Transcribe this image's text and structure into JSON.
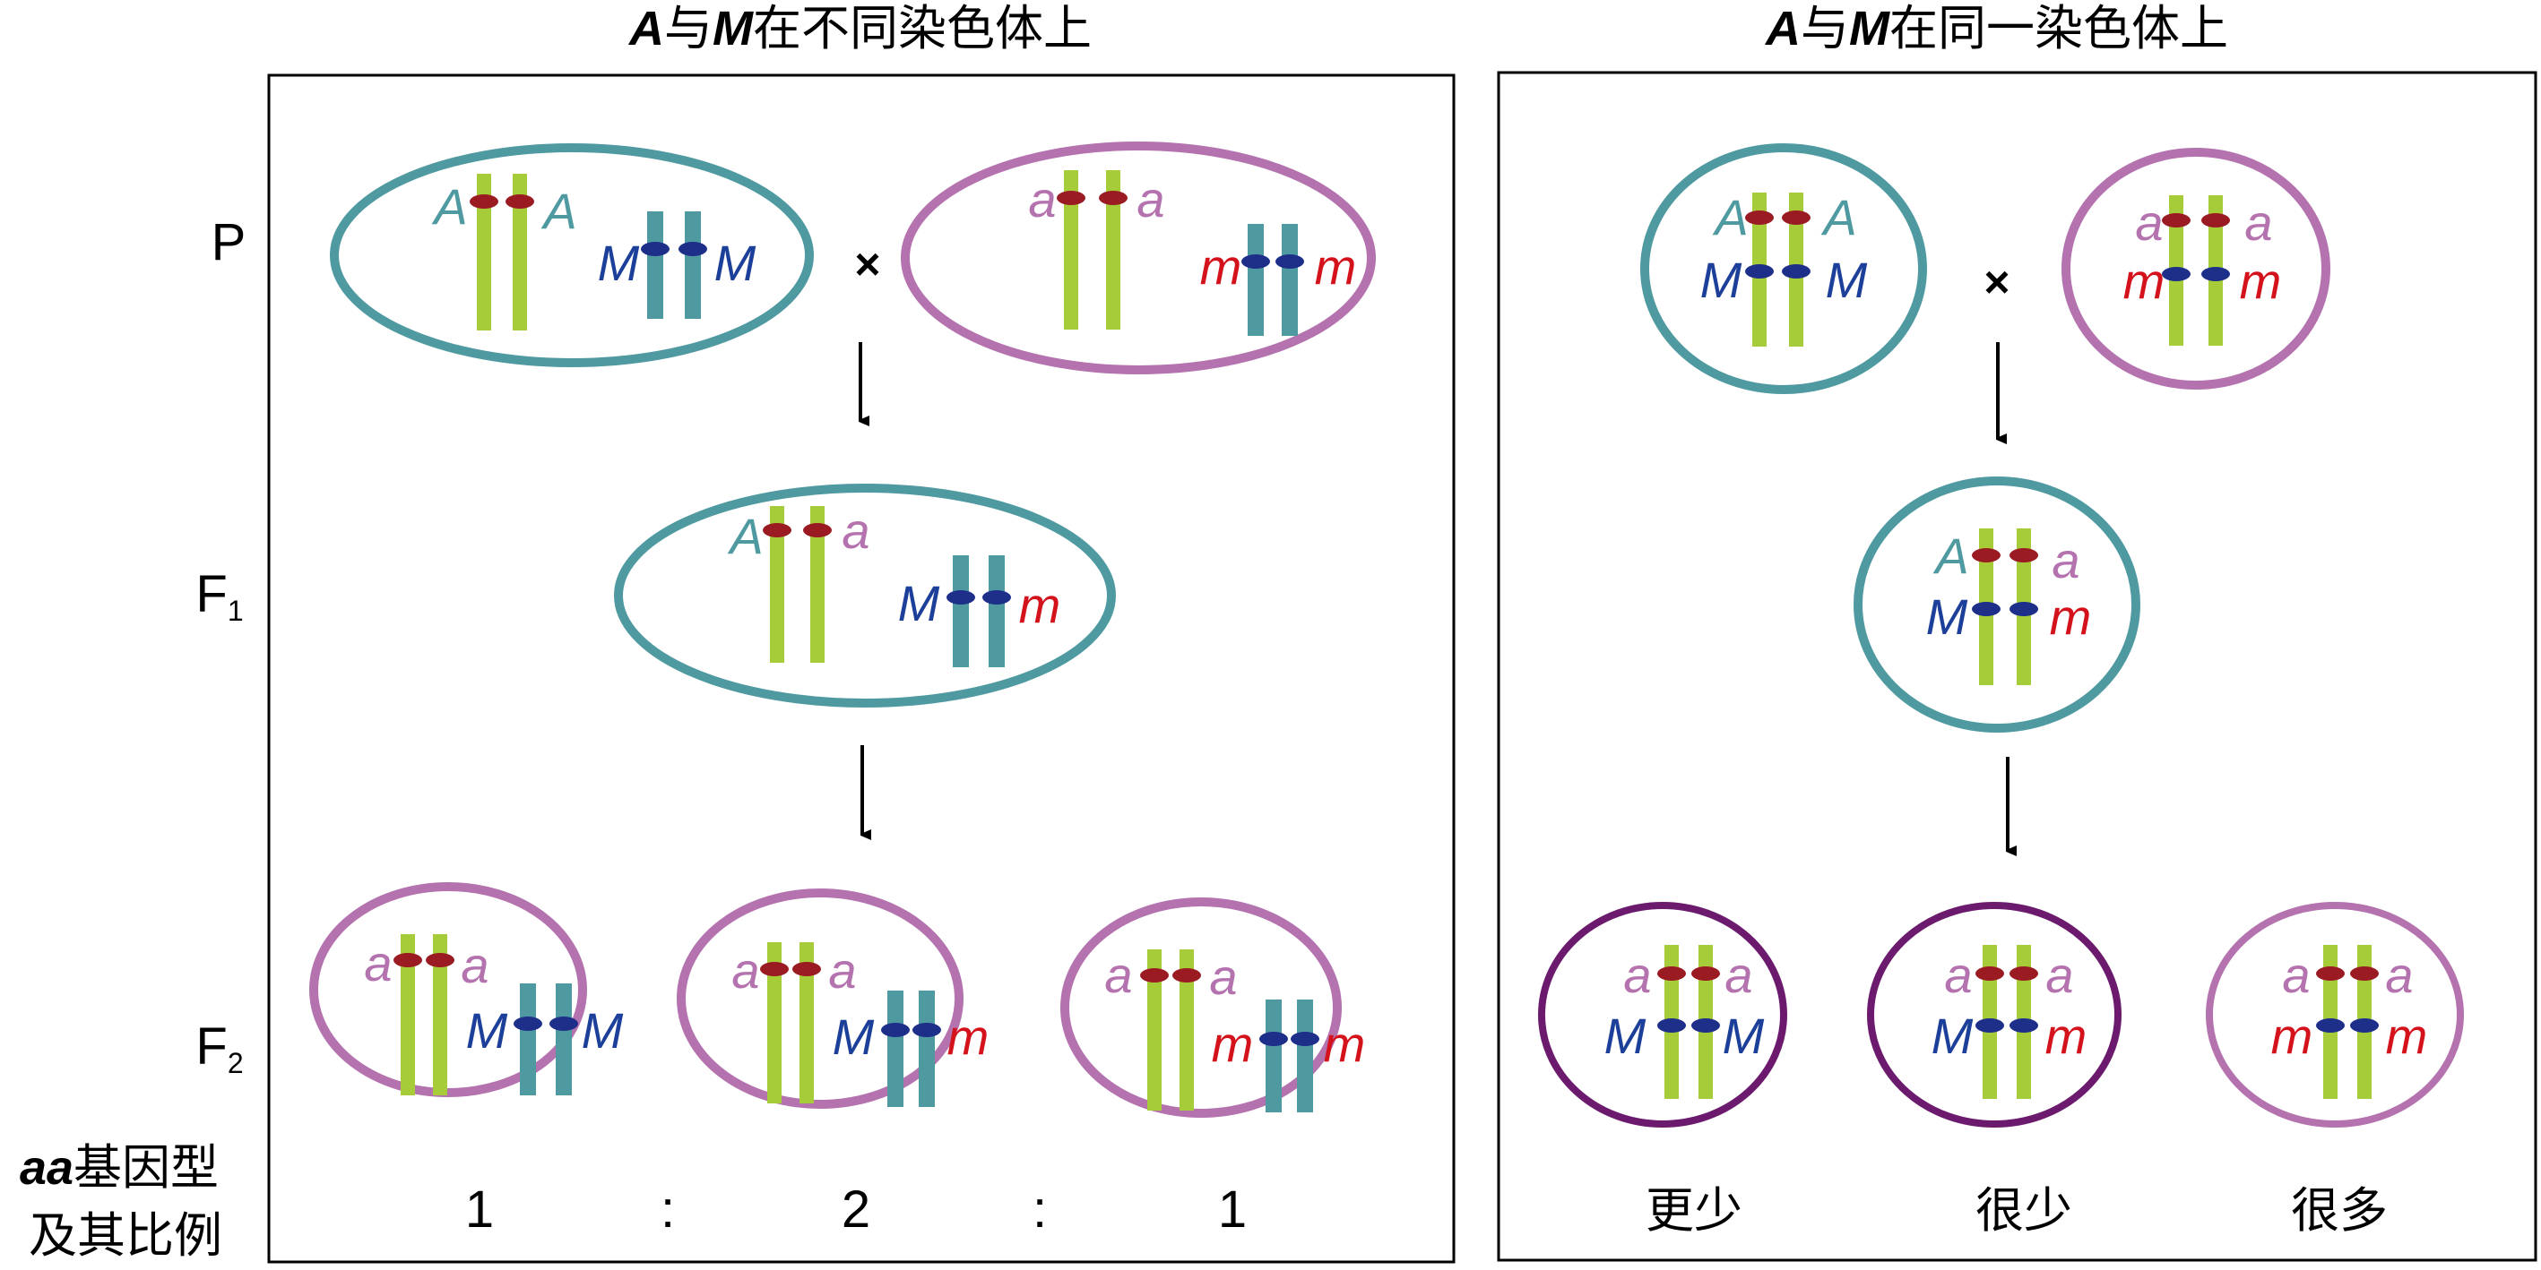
{
  "colors": {
    "teal": "#4f9aa1",
    "pink": "#b472ae",
    "purple_dark": "#6b1a6e",
    "green": "#a6cc3a",
    "teal_bar": "#4f9aa1",
    "dot_red": "#9a1b22",
    "dot_blue": "#1e2f8a",
    "label_teal": "#4f9aa1",
    "label_pink": "#b472ae",
    "label_blue": "#1c3f99",
    "label_red": "#d4121b"
  },
  "left": {
    "title_gene_a": "A",
    "title_mid": "与",
    "title_gene_m": "M",
    "title_rest": "在不同染色体上",
    "generations": {
      "p": "P",
      "f1": "F",
      "f1_sub": "1",
      "f2": "F",
      "f2_sub": "2"
    },
    "cross_symbol": "×",
    "p_parent1": {
      "a_left": "A",
      "a_right": "A",
      "m_left": "M",
      "m_right": "M"
    },
    "p_parent2": {
      "a_left": "a",
      "a_right": "a",
      "m_left": "m",
      "m_right": "m"
    },
    "f1": {
      "a_left": "A",
      "a_right": "a",
      "m_left": "M",
      "m_right": "m"
    },
    "f2": [
      {
        "a_left": "a",
        "a_right": "a",
        "m_left": "M",
        "m_right": "M"
      },
      {
        "a_left": "a",
        "a_right": "a",
        "m_left": "M",
        "m_right": "m"
      },
      {
        "a_left": "a",
        "a_right": "a",
        "m_left": "m",
        "m_right": "m"
      }
    ],
    "ratio_label_gene": "aa",
    "ratio_label_line1": "基因型",
    "ratio_label_line2": "及其比例",
    "ratio": [
      "1",
      ":",
      "2",
      ":",
      "1"
    ]
  },
  "right": {
    "title_gene_a": "A",
    "title_mid": "与",
    "title_gene_m": "M",
    "title_rest": "在同一染色体上",
    "cross_symbol": "×",
    "p_parent1": {
      "a_left": "A",
      "a_right": "A",
      "m_left": "M",
      "m_right": "M"
    },
    "p_parent2": {
      "a_left": "a",
      "a_right": "a",
      "m_left": "m",
      "m_right": "m"
    },
    "f1": {
      "a_left": "A",
      "a_right": "a",
      "m_left": "M",
      "m_right": "m"
    },
    "f2": [
      {
        "a_left": "a",
        "a_right": "a",
        "m_left": "M",
        "m_right": "M"
      },
      {
        "a_left": "a",
        "a_right": "a",
        "m_left": "M",
        "m_right": "m"
      },
      {
        "a_left": "a",
        "a_right": "a",
        "m_left": "m",
        "m_right": "m"
      }
    ],
    "amounts": [
      "更少",
      "很少",
      "很多"
    ]
  }
}
